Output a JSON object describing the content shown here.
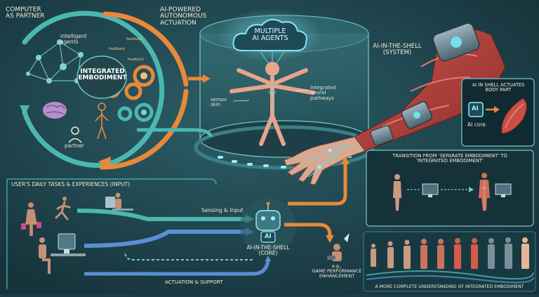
{
  "computer_partner": {
    "title_line1": "COMPUTER",
    "title_line2": "AS PARTNER",
    "agents_line1": "intelligent",
    "agents_line2": "agents",
    "feedback_1": "feedback",
    "feedback_2": "feedback",
    "feedback_3": "feedback",
    "integrated_line1": "INTEGRATED",
    "integrated_line2": "EMBODIMENT",
    "partner": "partner"
  },
  "actuation": {
    "line1": "AI-POWERED",
    "line2": "AUTONOMOUS",
    "line3": "ACTUATION",
    "agents_line1": "MULTIPLE",
    "agents_line2": "AI AGENTS",
    "sensor_line1": "sensor",
    "sensor_line2": "skin",
    "neural_line1": "integrated",
    "neural_line2": "neural",
    "neural_line3": "pathways"
  },
  "shell_system": {
    "line1": "AI-IN-THE-SHELL",
    "line2": "(SYSTEM)"
  },
  "actuates_box": {
    "line1": "AI IN SHELL ACTUATES",
    "line2": "BODY PART",
    "chip": "AI",
    "core": "AI core"
  },
  "transition": {
    "line1": "TRANSITION FROM 'SEPARATE EMBODIMENT' TO",
    "line2": "'INTEGRATED EMBODIMENT'"
  },
  "tasks": {
    "title": "USER'S DAILY TASKS & EXPERIENCES (INPUT)",
    "sensing": "Sensing & Input",
    "support": "ACTUATION & SUPPORT"
  },
  "core": {
    "chip": "AI",
    "line1": "AI-IN-THE-SHELL",
    "line2": "(CORE)"
  },
  "game": {
    "line1": "e.g.,",
    "line2": "GAME PERFORMANCE",
    "line3": "ENHANCEMENT"
  },
  "understanding": "A MORE COMPLETE UNDERSTANDING OF INTEGRATED EMBODIMENT",
  "colors": {
    "teal": "#4bb8b0",
    "orange": "#e8893a",
    "blue": "#5a8fd6",
    "background": "#1c3b44"
  }
}
